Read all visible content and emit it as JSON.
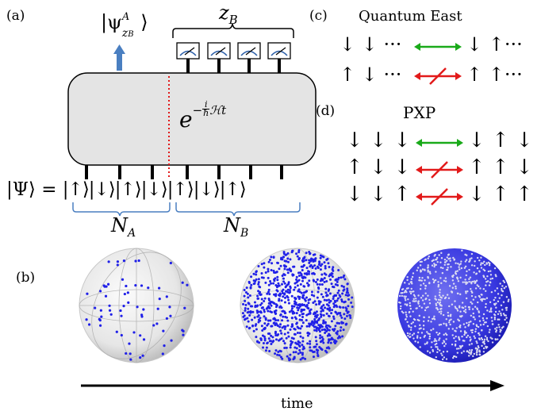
{
  "panels": {
    "a": "(a)",
    "b": "(b)",
    "c": "(c)",
    "d": "(d)"
  },
  "panel_a": {
    "psi_output": "|ψ",
    "psi_sup": "A",
    "psi_sub": "z",
    "psi_subsub": "B",
    "psi_close": "⟩",
    "zB": "z",
    "zB_sub": "B",
    "evolution_base": "e",
    "evolution_exp": "−",
    "evolution_frac_num": "i",
    "evolution_frac_den": "ħ",
    "evolution_rest": "ℋt",
    "state_lhs": "|Ψ⟩ =",
    "state_ket": "|↑⟩|↓⟩|↑⟩|↓⟩|↑⟩|↓⟩|↑⟩",
    "NA": "N",
    "NA_sub": "A",
    "NB": "N",
    "NB_sub": "B"
  },
  "panel_b": {
    "time_label": "time"
  },
  "panel_c": {
    "title": "Quantum East",
    "row1_left": "↓ ↓ ···",
    "row1_right": "↓ ↑···",
    "row2_left": "↑ ↓ ···",
    "row2_right": "↑ ↑···"
  },
  "panel_d": {
    "title": "PXP",
    "rows": [
      {
        "left": "↓ ↓ ↓",
        "right": "↓ ↑ ↓",
        "allowed": true
      },
      {
        "left": "↑ ↓ ↓",
        "right": "↑ ↑ ↓",
        "allowed": false
      },
      {
        "left": "↓ ↓ ↑",
        "right": "↓ ↑ ↑",
        "allowed": false
      }
    ]
  },
  "colors": {
    "brace_blue": "#4a7fc1",
    "allowed_green": "#1aaa1a",
    "forbidden_red": "#e21a1a",
    "cut_red": "#e21a1a",
    "box_fill": "#e4e4e4",
    "sphere_points": "#2020e8"
  },
  "icons": [
    "up-arrow-icon",
    "measurement-meter-icon"
  ]
}
